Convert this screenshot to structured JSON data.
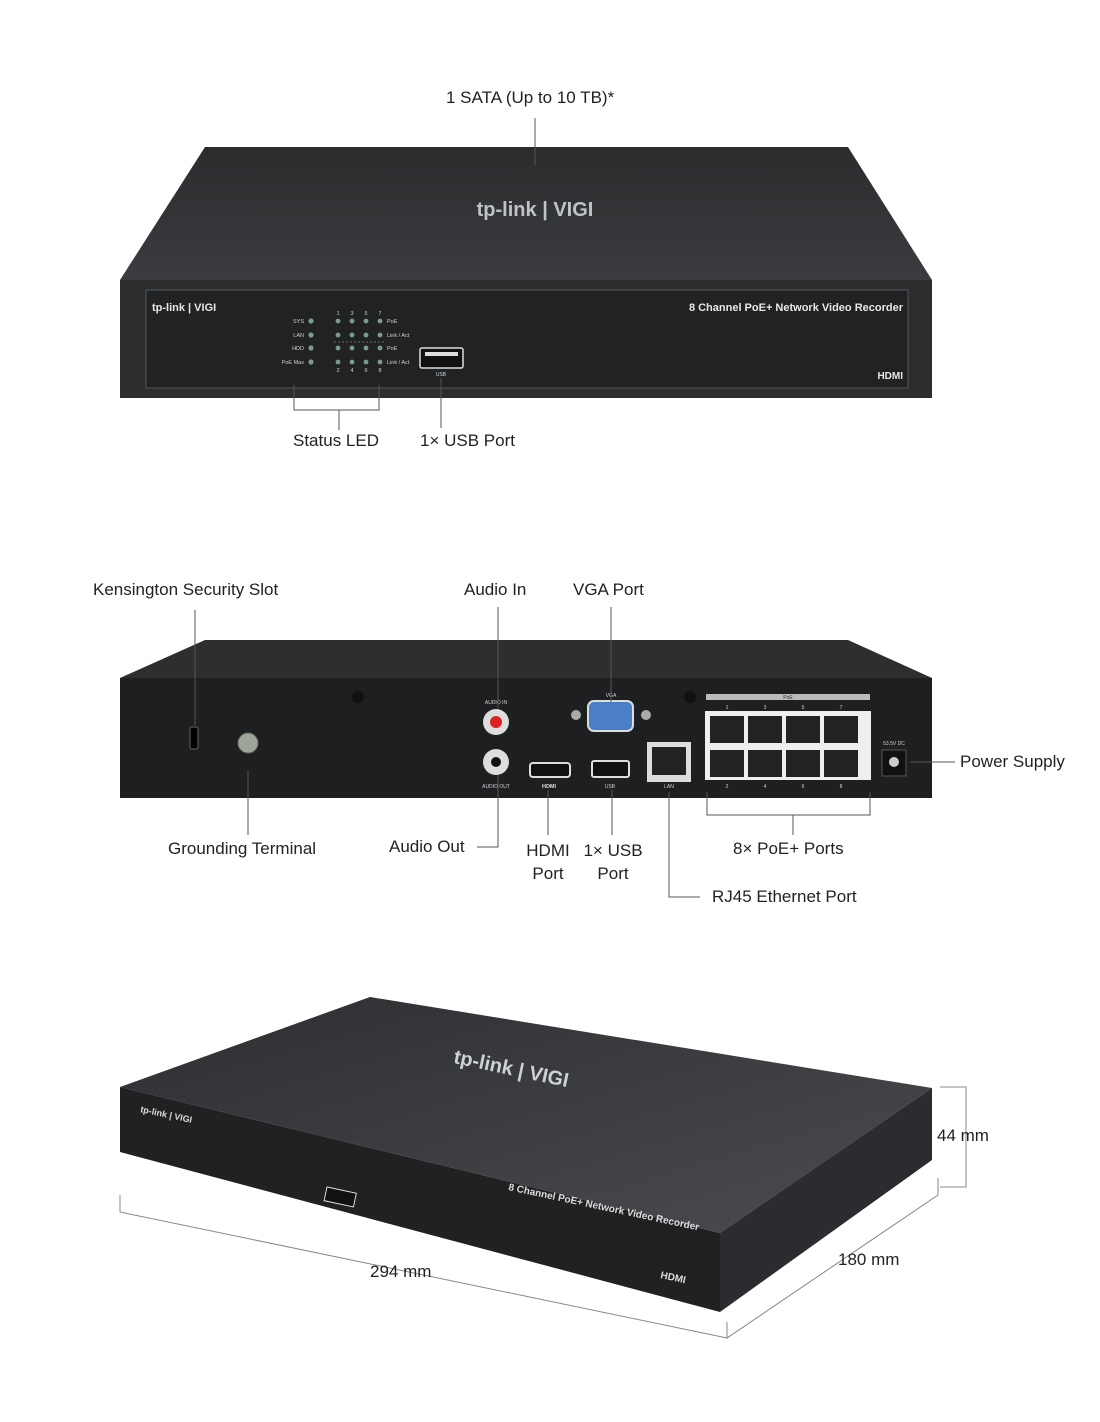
{
  "front_view": {
    "callouts": {
      "sata": "1 SATA (Up to 10 TB)*",
      "status_led": "Status LED",
      "usb_port": "1× USB Port"
    },
    "panel": {
      "brand": "tp-link | VIGI",
      "model_text": "8 Channel PoE+ Network Video Recorder",
      "hdmi_logo": "HDMI",
      "led_labels": [
        "SYS",
        "LAN",
        "HDD",
        "PoE Max"
      ],
      "port_numbers_top": [
        "1",
        "3",
        "5",
        "7"
      ],
      "port_numbers_bottom": [
        "2",
        "4",
        "6",
        "8"
      ],
      "port_row_labels": [
        "PoE",
        "Link / Act",
        "PoE",
        "Link / Act"
      ],
      "usb_label": "USB"
    }
  },
  "rear_view": {
    "callouts": {
      "kensington": "Kensington Security Slot",
      "audio_in": "Audio In",
      "vga": "VGA Port",
      "power": "Power Supply",
      "grounding": "Grounding Terminal",
      "audio_out": "Audio Out",
      "hdmi_line1": "HDMI",
      "hdmi_line2": "Port",
      "usb_line1": "1× USB",
      "usb_line2": "Port",
      "poe_ports": "8× PoE+ Ports",
      "rj45": "RJ45 Ethernet Port"
    },
    "panel": {
      "audio_in": "AUDIO IN",
      "audio_out": "AUDIO OUT",
      "vga": "VGA",
      "hdmi": "HDMI",
      "usb": "USB",
      "lan": "LAN",
      "poe": "PoE",
      "dc": "53.5V DC",
      "poe_top": [
        "1",
        "3",
        "5",
        "7"
      ],
      "poe_bottom": [
        "2",
        "4",
        "6",
        "8"
      ]
    }
  },
  "dimensions": {
    "height": "44 mm",
    "depth": "180 mm",
    "width": "294 mm",
    "model_text": "8 Channel PoE+ Network Video Recorder",
    "brand": "tp-link | VIGI",
    "hdmi_logo": "HDMI"
  }
}
